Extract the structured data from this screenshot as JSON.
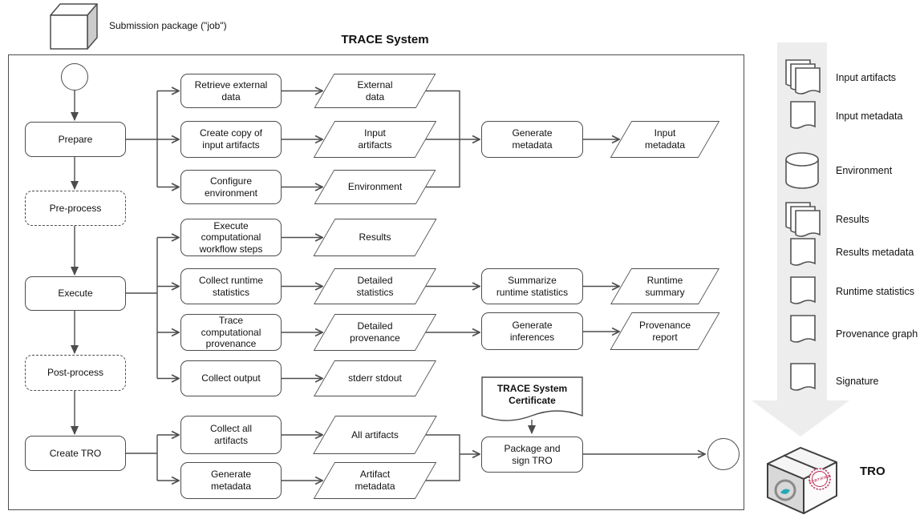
{
  "title": "TRACE System",
  "submission": {
    "icon": "cube-icon",
    "label": "Submission package (\"job\")"
  },
  "flow": {
    "phases": {
      "prepare": "Prepare",
      "preprocess": "Pre-process",
      "execute": "Execute",
      "postprocess": "Post-process",
      "create_tro": "Create TRO"
    },
    "prepare_branch": {
      "retrieve_external_data": "Retrieve external\ndata",
      "create_copy": "Create copy of\ninput artifacts",
      "configure_env": "Configure\nenvironment",
      "external_data": "External\ndata",
      "input_artifacts": "Input\nartifacts",
      "environment": "Environment",
      "generate_metadata": "Generate\nmetadata",
      "input_metadata": "Input\nmetadata"
    },
    "execute_branch": {
      "execute_steps": "Execute\ncomputational\nworkflow steps",
      "collect_runtime": "Collect runtime\nstatistics",
      "trace_provenance": "Trace\ncomputational\nprovenance",
      "collect_output": "Collect output",
      "results": "Results",
      "detailed_statistics": "Detailed\nstatistics",
      "detailed_provenance": "Detailed\nprovenance",
      "stderr_stdout": "stderr stdout",
      "summarize_runtime": "Summarize\nruntime statistics",
      "generate_inferences": "Generate\ninferences",
      "runtime_summary": "Runtime\nsummary",
      "provenance_report": "Provenance\nreport"
    },
    "tro_branch": {
      "collect_all": "Collect all\nartifacts",
      "generate_metadata2": "Generate\nmetadata",
      "all_artifacts": "All artifacts",
      "artifact_metadata": "Artifact\nmetadata",
      "certificate": "TRACE System\nCertificate",
      "package_sign": "Package and\nsign TRO"
    }
  },
  "legend": {
    "items": [
      {
        "icon": "documents-icon",
        "label": "Input artifacts"
      },
      {
        "icon": "document-icon",
        "label": "Input metadata"
      },
      {
        "icon": "database-icon",
        "label": "Environment"
      },
      {
        "icon": "documents-icon",
        "label": "Results"
      },
      {
        "icon": "document-icon",
        "label": "Results metadata"
      },
      {
        "icon": "document-icon",
        "label": "Runtime statistics"
      },
      {
        "icon": "document-icon",
        "label": "Provenance graph"
      },
      {
        "icon": "document-icon",
        "label": "Signature"
      }
    ],
    "package": {
      "icon": "tro-package-icon",
      "label": "TRO",
      "stamp_text": "CERTIFIED"
    }
  },
  "colors": {
    "line": "#4d4d4d",
    "band": "#ededed",
    "stamp": "#c0315a",
    "teal": "#2aa7b4"
  }
}
